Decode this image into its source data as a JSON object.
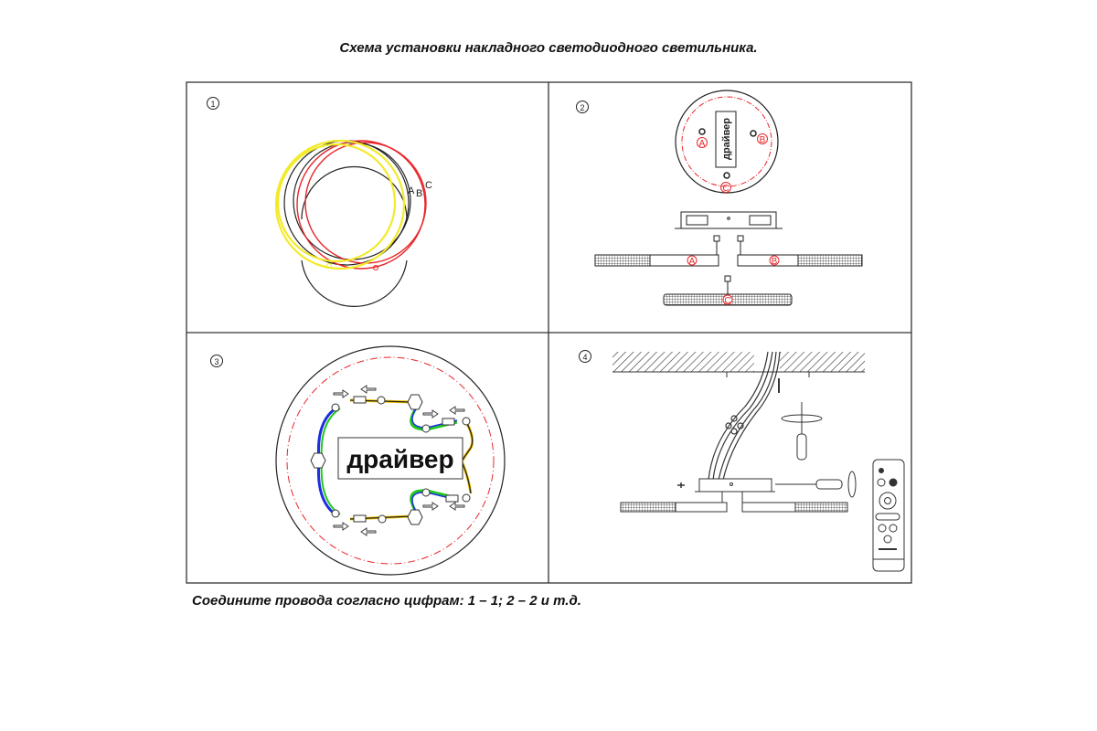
{
  "title": "Схема установки накладного светодиодного светильника.",
  "footer": "Соедините провода согласно цифрам: 1 – 1; 2 – 2 и т.д.",
  "panels": [
    {
      "number": "1",
      "labels": {
        "a": "A",
        "b": "B",
        "c": "C"
      }
    },
    {
      "number": "2",
      "driver_label": "драйвер",
      "points": [
        "A",
        "B",
        "C"
      ]
    },
    {
      "number": "3",
      "driver_label": "драйвер"
    },
    {
      "number": "4"
    }
  ],
  "colors": {
    "line": "#222222",
    "red": "#e8262a",
    "yellow": "#f3ea2a",
    "green": "#1fc81f",
    "blue": "#1e2fe0",
    "wire_yellow": "#f2c400"
  }
}
